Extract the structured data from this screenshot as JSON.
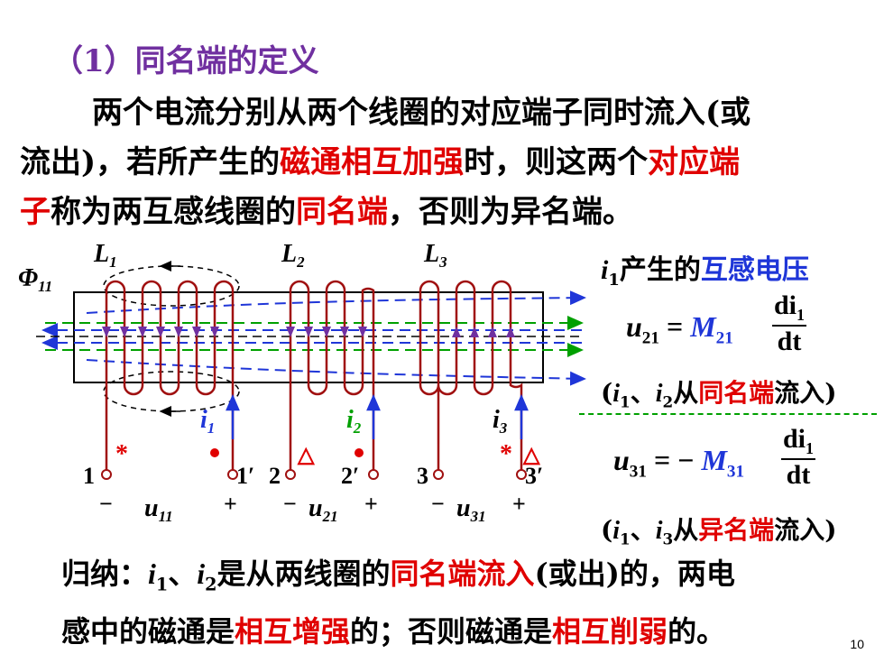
{
  "heading": "（1）同名端的定义",
  "definition": {
    "l1a": "两个电流分别从两个线圈的对应端子同时流入(或",
    "l2a": "流出)，若所产生的",
    "l2b": "磁通相互加强",
    "l2c": "时，则这两个",
    "l2d": "对应端",
    "l3a": "子",
    "l3b": "称为两互感线圈的",
    "l3c": "同名端",
    "l3d": "，否则为异名端。"
  },
  "diagram": {
    "flux_label": "Φ",
    "flux_sub": "11",
    "L1": "L",
    "L1_sub": "1",
    "L2": "L",
    "L2_sub": "2",
    "L3": "L",
    "L3_sub": "3",
    "i1": "i",
    "i1_sub": "1",
    "i2": "i",
    "i2_sub": "2",
    "i3": "i",
    "i3_sub": "3",
    "t1": "1",
    "t1p": "1′",
    "t2": "2",
    "t2p": "2′",
    "t3": "3",
    "t3p": "3′",
    "minus": "−",
    "plus": "+",
    "u11": "u",
    "u11_sub": "11",
    "u21": "u",
    "u21_sub": "21",
    "u31": "u",
    "u31_sub": "31",
    "star": "*",
    "triangle": "△"
  },
  "right": {
    "header_i": "i",
    "header_sub": "1",
    "header_a": "产生的",
    "header_b": "互感电压",
    "eq1_lhs": "u",
    "eq1_lhs_sub": "21",
    "eq1_eq": " = ",
    "eq1_M": "M",
    "eq1_M_sub": "21",
    "eq2_lhs": "u",
    "eq2_lhs_sub": "31",
    "eq2_eq": " = − ",
    "eq2_M": "M",
    "eq2_M_sub": "31",
    "frac_num": "di",
    "frac_num_sub": "1",
    "frac_den": "dt",
    "note1_open": "(",
    "note1_i1": "i",
    "note1_sub1": "1",
    "note1_sep": "、",
    "note1_i2": "i",
    "note1_sub2": "2",
    "note1_from": "从",
    "note1_red": "同名端",
    "note1_end": "流入)",
    "note2_i3": "i",
    "note2_sub3": "3",
    "note2_red": "异名端",
    "note2_end": "流入)"
  },
  "summary": {
    "a": "归纳：",
    "i1": "i",
    "s1": "1",
    "sep": "、",
    "i2": "i",
    "s2": "2",
    "b": "是从两线圈的",
    "c": "同名端流入",
    "d": "(或出)的，两电",
    "e": "感中的磁通是",
    "f": "相互增强",
    "g": "的；否则磁通是",
    "h": "相互削弱",
    "i": "的。"
  },
  "page_number": "10",
  "colors": {
    "purple": "#7030a0",
    "red": "#e00000",
    "blue": "#1f36d8",
    "green": "#00a000",
    "coil": "#a01010"
  }
}
